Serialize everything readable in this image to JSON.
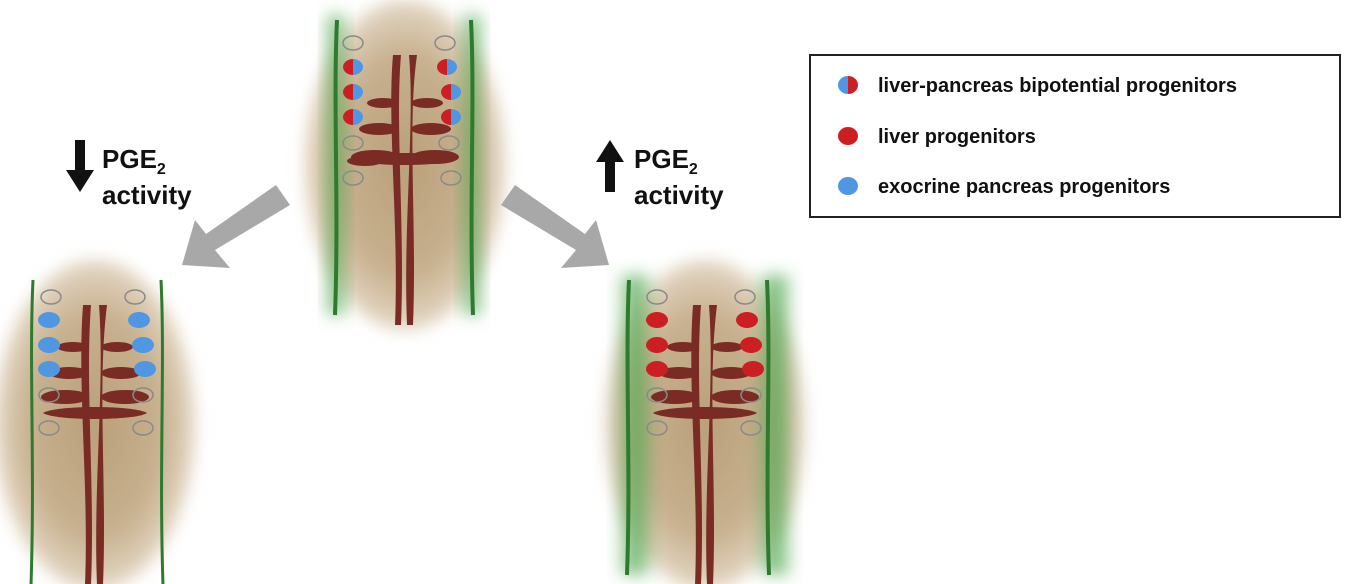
{
  "colors": {
    "tissue": "#c6b08c",
    "vessel": "#7a2b24",
    "mesoderm_green": "#2e7a2e",
    "liver_red": "#cc1f24",
    "pancreas_blue": "#4f97e3",
    "arrow_gray": "#a8a8a8",
    "empty_cell_stroke": "#8a8a8a"
  },
  "legend": {
    "items": [
      {
        "label": "liver-pancreas bipotential progenitors",
        "icon": "half-red-half-blue-cell"
      },
      {
        "label": "liver progenitors",
        "icon": "red-cell"
      },
      {
        "label": "exocrine pancreas progenitors",
        "icon": "blue-cell"
      }
    ]
  },
  "conditions": {
    "decrease": {
      "direction": "down-arrow-icon",
      "signal": "PGE",
      "subscript": "2",
      "word": "activity",
      "outcome": "exocrine pancreas progenitors"
    },
    "increase": {
      "direction": "up-arrow-icon",
      "signal": "PGE",
      "subscript": "2",
      "word": "activity",
      "outcome": "liver progenitors"
    }
  }
}
